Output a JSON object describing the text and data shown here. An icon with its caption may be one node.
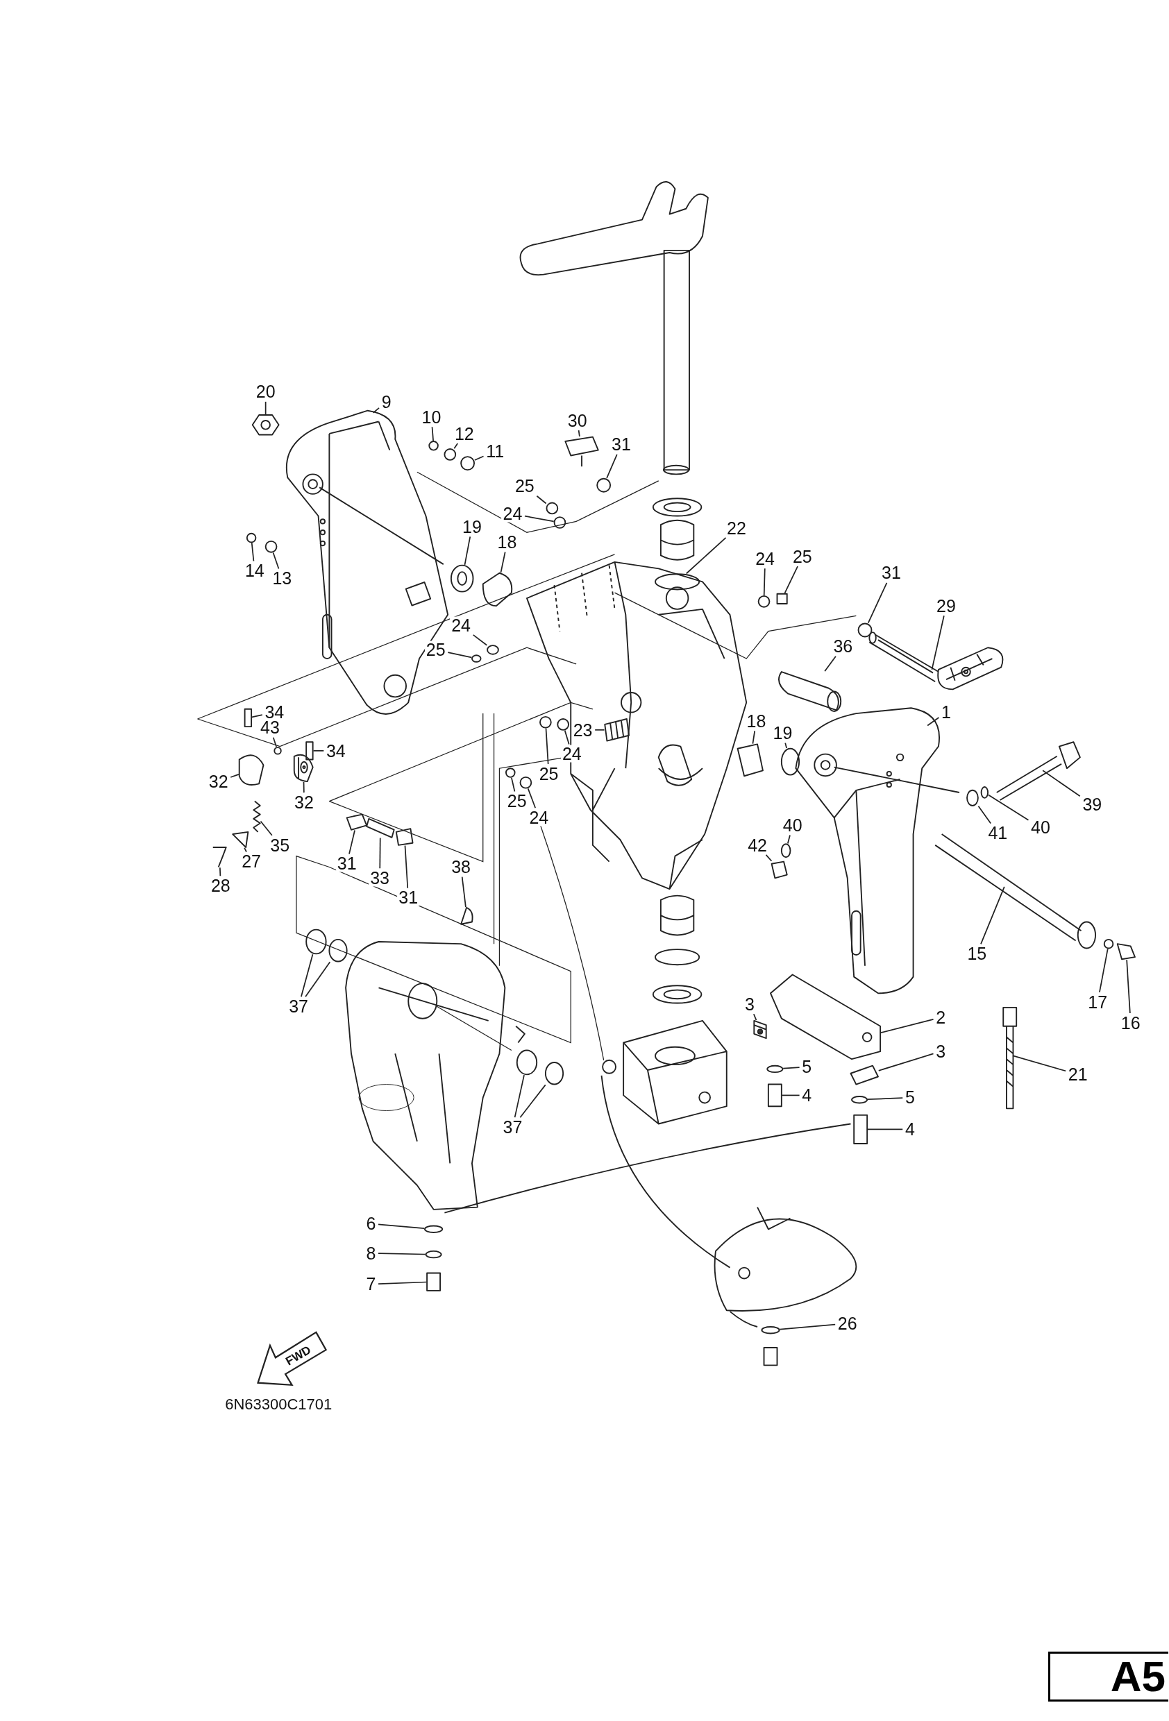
{
  "diagram": {
    "nodes": [
      {
        "text": [
          "9"
        ]
      },
      {
        "text": [
          "20"
        ]
      },
      {
        "text": [
          "10"
        ]
      },
      {
        "text": [
          "30"
        ]
      },
      {
        "text": [
          "12"
        ]
      },
      {
        "text": [
          "31"
        ]
      },
      {
        "text": [
          "11"
        ]
      },
      {
        "text": [
          "25"
        ]
      },
      {
        "text": [
          "24"
        ]
      },
      {
        "text": [
          "19"
        ]
      },
      {
        "text": [
          "22"
        ]
      },
      {
        "text": [
          "18"
        ]
      },
      {
        "text": [
          "25"
        ]
      },
      {
        "text": [
          "24"
        ]
      },
      {
        "text": [
          "14"
        ]
      },
      {
        "text": [
          "31"
        ]
      },
      {
        "text": [
          "13"
        ]
      },
      {
        "text": [
          "29"
        ]
      },
      {
        "text": [
          "24"
        ]
      },
      {
        "text": [
          "36"
        ]
      },
      {
        "text": [
          "25"
        ]
      },
      {
        "text": [
          "34"
        ]
      },
      {
        "text": [
          "1"
        ]
      },
      {
        "text": [
          "18"
        ]
      },
      {
        "text": [
          "43"
        ]
      },
      {
        "text": [
          "23"
        ]
      },
      {
        "text": [
          "19"
        ]
      },
      {
        "text": [
          "34"
        ]
      },
      {
        "text": [
          "24"
        ]
      },
      {
        "text": [
          "25"
        ]
      },
      {
        "text": [
          "32"
        ]
      },
      {
        "text": [
          "32"
        ]
      },
      {
        "text": [
          "25"
        ]
      },
      {
        "text": [
          "39"
        ]
      },
      {
        "text": [
          "24"
        ]
      },
      {
        "text": [
          "40"
        ]
      },
      {
        "text": [
          "40"
        ]
      },
      {
        "text": [
          "41"
        ]
      },
      {
        "text": [
          "35"
        ]
      },
      {
        "text": [
          "42"
        ]
      },
      {
        "text": [
          "27"
        ]
      },
      {
        "text": [
          "31"
        ]
      },
      {
        "text": [
          "38"
        ]
      },
      {
        "text": [
          "33"
        ]
      },
      {
        "text": [
          "28"
        ]
      },
      {
        "text": [
          "31"
        ]
      },
      {
        "text": [
          "15"
        ]
      },
      {
        "text": [
          "17"
        ]
      },
      {
        "text": [
          "3"
        ]
      },
      {
        "text": [
          "37"
        ]
      },
      {
        "text": [
          "2"
        ]
      },
      {
        "text": [
          "16"
        ]
      },
      {
        "text": [
          "3"
        ]
      },
      {
        "text": [
          "5"
        ]
      },
      {
        "text": [
          "21"
        ]
      },
      {
        "text": [
          "4"
        ]
      },
      {
        "text": [
          "5"
        ]
      },
      {
        "text": [
          "37"
        ]
      },
      {
        "text": [
          "4"
        ]
      },
      {
        "text": [
          "6"
        ]
      },
      {
        "text": [
          "8"
        ]
      },
      {
        "text": [
          "7"
        ]
      },
      {
        "text": [
          "26"
        ]
      },
      {
        "text": [
          "A5"
        ]
      },
      {
        "text": [],
        "shape": "picture"
      },
      {
        "text": [],
        "shape": "picture"
      },
      {
        "text": [],
        "shape": "circle"
      },
      {
        "text": [],
        "shape": "picture"
      },
      {
        "text": [],
        "shape": "circle"
      },
      {
        "text": [],
        "shape": "circle"
      },
      {
        "text": [],
        "shape": "circle"
      },
      {
        "text": [],
        "shape": "circle"
      },
      {
        "text": [],
        "shape": "circle"
      },
      {
        "text": [],
        "shape": "picture"
      },
      {
        "text": [],
        "shape": "circle"
      },
      {
        "text": [],
        "shape": "picture"
      },
      {
        "text": [],
        "shape": "box"
      },
      {
        "text": [],
        "shape": "circle"
      },
      {
        "text": [],
        "shape": "circle"
      },
      {
        "text": [],
        "shape": "circle"
      },
      {
        "text": [],
        "shape": "circle"
      },
      {
        "text": [],
        "shape": "picture"
      },
      {
        "text": [],
        "shape": "circle"
      },
      {
        "text": [],
        "shape": "picture"
      },
      {
        "text": [],
        "shape": "circle"
      },
      {
        "text": [],
        "shape": "box"
      },
      {
        "text": [],
        "shape": "picture"
      },
      {
        "text": [],
        "shape": "picture"
      },
      {
        "text": [],
        "shape": "circle"
      },
      {
        "text": [],
        "shape": "picture"
      },
      {
        "text": [],
        "shape": "circle"
      },
      {
        "text": [],
        "shape": "box"
      },
      {
        "text": [],
        "shape": "circle"
      },
      {
        "text": [],
        "shape": "circle"
      },
      {
        "text": [],
        "shape": "picture"
      },
      {
        "text": [],
        "shape": "picture"
      },
      {
        "text": [],
        "shape": "circle"
      },
      {
        "text": [],
        "shape": "picture"
      },
      {
        "text": [],
        "shape": "circle"
      },
      {
        "text": [],
        "shape": "circle"
      },
      {
        "text": [],
        "shape": "circle"
      },
      {
        "text": [],
        "shape": "circle"
      },
      {
        "text": [],
        "shape": "picture"
      },
      {
        "text": [],
        "shape": "picture"
      },
      {
        "text": [],
        "shape": "picture"
      },
      {
        "text": [],
        "shape": "picture"
      },
      {
        "text": [],
        "shape": "picture"
      },
      {
        "text": [],
        "shape": "picture"
      },
      {
        "text": [],
        "shape": "picture"
      },
      {
        "text": [],
        "shape": "picture"
      },
      {
        "text": [],
        "shape": "picture"
      },
      {
        "text": [],
        "shape": "circle"
      },
      {
        "text": [],
        "shape": "picture"
      },
      {
        "text": [],
        "shape": "circle"
      },
      {
        "text": [],
        "shape": "circle"
      },
      {
        "text": [],
        "shape": "picture"
      },
      {
        "text": [],
        "shape": "picture"
      },
      {
        "text": [],
        "shape": "picture"
      },
      {
        "text": [],
        "shape": "circle"
      },
      {
        "text": [],
        "shape": "picture"
      },
      {
        "text": [],
        "shape": "box"
      },
      {
        "text": [],
        "shape": "circle"
      },
      {
        "text": [],
        "shape": "circle"
      },
      {
        "text": [],
        "shape": "circle"
      },
      {
        "text": [],
        "shape": "box"
      },
      {
        "text": [],
        "shape": "circle"
      },
      {
        "text": [],
        "shape": "circle"
      },
      {
        "text": [],
        "shape": "box"
      },
      {
        "text": [],
        "shape": "circle"
      }
    ],
    "edges": [
      {
        "from": 0,
        "to": 64,
        "arrow": "none"
      },
      {
        "from": 1,
        "to": 65,
        "arrow": "none"
      },
      {
        "from": 2,
        "to": 66,
        "arrow": "none"
      },
      {
        "from": 3,
        "to": 67,
        "arrow": "none"
      },
      {
        "from": 4,
        "to": 68,
        "arrow": "none"
      },
      {
        "from": 5,
        "to": 69,
        "arrow": "none"
      },
      {
        "from": 6,
        "to": 70,
        "arrow": "none"
      },
      {
        "from": 7,
        "to": 71,
        "arrow": "none"
      },
      {
        "from": 8,
        "to": 72,
        "arrow": "none"
      },
      {
        "from": 9,
        "to": 73,
        "arrow": "none"
      },
      {
        "from": 10,
        "to": 74,
        "arrow": "none"
      },
      {
        "from": 11,
        "to": 75,
        "arrow": "none"
      },
      {
        "from": 12,
        "to": 76,
        "arrow": "none"
      },
      {
        "from": 13,
        "to": 77,
        "arrow": "none"
      },
      {
        "from": 14,
        "to": 78,
        "arrow": "none"
      },
      {
        "from": 15,
        "to": 79,
        "arrow": "none"
      },
      {
        "from": 16,
        "to": 80,
        "arrow": "none"
      },
      {
        "from": 17,
        "to": 81,
        "arrow": "none"
      },
      {
        "from": 18,
        "to": 82,
        "arrow": "none"
      },
      {
        "from": 19,
        "to": 83,
        "arrow": "none"
      },
      {
        "from": 20,
        "to": 84,
        "arrow": "none"
      },
      {
        "from": 21,
        "to": 85,
        "arrow": "none"
      },
      {
        "from": 22,
        "to": 86,
        "arrow": "none"
      },
      {
        "from": 23,
        "to": 87,
        "arrow": "none"
      },
      {
        "from": 24,
        "to": 88,
        "arrow": "none"
      },
      {
        "from": 25,
        "to": 89,
        "arrow": "none"
      },
      {
        "from": 26,
        "to": 90,
        "arrow": "none"
      },
      {
        "from": 27,
        "to": 91,
        "arrow": "none"
      },
      {
        "from": 28,
        "to": 92,
        "arrow": "none"
      },
      {
        "from": 29,
        "to": 93,
        "arrow": "none"
      },
      {
        "from": 30,
        "to": 94,
        "arrow": "none"
      },
      {
        "from": 31,
        "to": 95,
        "arrow": "none"
      },
      {
        "from": 32,
        "to": 96,
        "arrow": "none"
      },
      {
        "from": 33,
        "to": 97,
        "arrow": "none"
      },
      {
        "from": 34,
        "to": 98,
        "arrow": "none"
      },
      {
        "from": 35,
        "to": 99,
        "arrow": "none"
      },
      {
        "from": 36,
        "to": 100,
        "arrow": "none"
      },
      {
        "from": 37,
        "to": 101,
        "arrow": "none"
      },
      {
        "from": 38,
        "to": 102,
        "arrow": "none"
      },
      {
        "from": 39,
        "to": 103,
        "arrow": "none"
      },
      {
        "from": 40,
        "to": 104,
        "arrow": "none"
      },
      {
        "from": 41,
        "to": 105,
        "arrow": "none"
      },
      {
        "from": 42,
        "to": 106,
        "arrow": "none"
      },
      {
        "from": 43,
        "to": 107,
        "arrow": "none"
      },
      {
        "from": 44,
        "to": 108,
        "arrow": "none"
      },
      {
        "from": 45,
        "to": 109,
        "arrow": "none"
      },
      {
        "from": 46,
        "to": 110,
        "arrow": "none"
      },
      {
        "from": 47,
        "to": 111,
        "arrow": "none"
      },
      {
        "from": 48,
        "to": 112,
        "arrow": "none"
      },
      {
        "from": 49,
        "to": 113,
        "arrow": "none"
      },
      {
        "from": 49,
        "to": 114,
        "arrow": "none"
      },
      {
        "from": 50,
        "to": 115,
        "arrow": "none"
      },
      {
        "from": 51,
        "to": 116,
        "arrow": "none"
      },
      {
        "from": 52,
        "to": 117,
        "arrow": "none"
      },
      {
        "from": 53,
        "to": 118,
        "arrow": "none"
      },
      {
        "from": 54,
        "to": 119,
        "arrow": "none"
      },
      {
        "from": 55,
        "to": 120,
        "arrow": "none"
      },
      {
        "from": 56,
        "to": 121,
        "arrow": "none"
      },
      {
        "from": 57,
        "to": 122,
        "arrow": "none"
      },
      {
        "from": 57,
        "to": 123,
        "arrow": "none"
      },
      {
        "from": 58,
        "to": 124,
        "arrow": "none"
      },
      {
        "from": 59,
        "to": 125,
        "arrow": "none"
      },
      {
        "from": 60,
        "to": 126,
        "arrow": "none"
      },
      {
        "from": 61,
        "to": 127,
        "arrow": "none"
      },
      {
        "from": 62,
        "to": 128,
        "arrow": "none"
      }
    ],
    "labels": [
      "FWD",
      "6N63300C1701"
    ]
  }
}
